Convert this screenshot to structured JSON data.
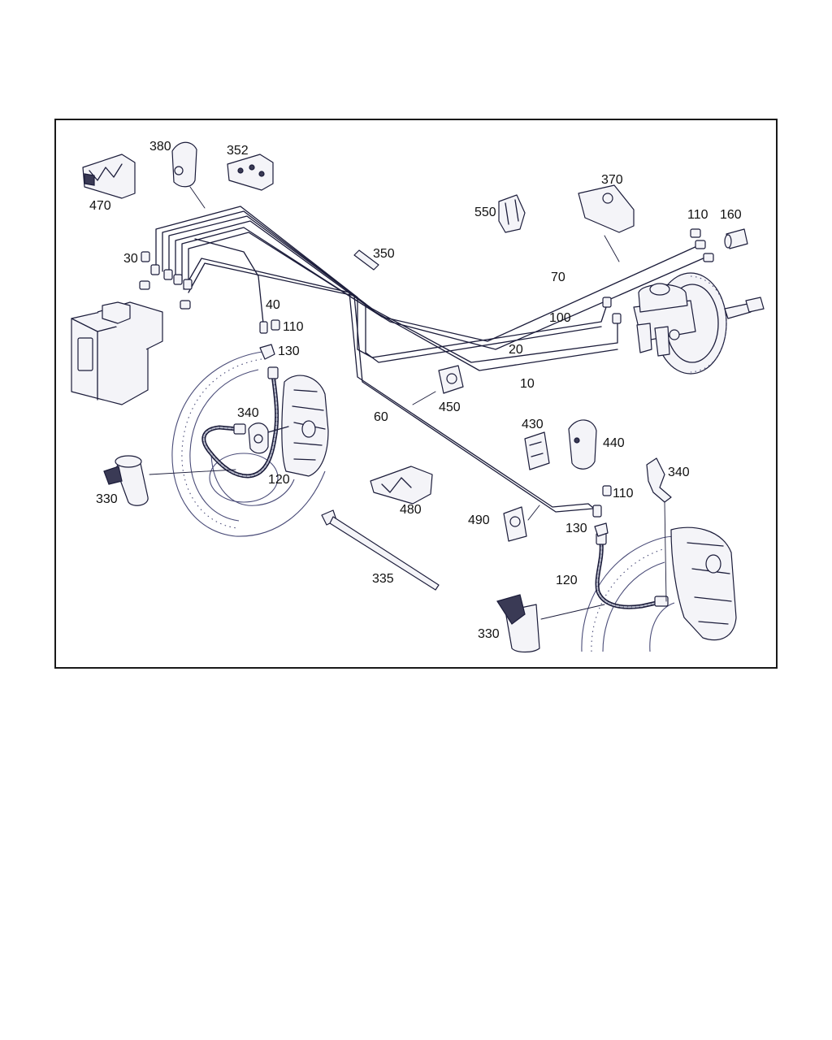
{
  "labels": {
    "p10": "10",
    "p20": "20",
    "p30": "30",
    "p40": "40",
    "p60": "60",
    "p70": "70",
    "p100": "100",
    "p110_a": "110",
    "p110_b": "110",
    "p110_c": "110",
    "p120_a": "120",
    "p120_b": "120",
    "p130_a": "130",
    "p130_b": "130",
    "p160": "160",
    "p330_a": "330",
    "p330_b": "330",
    "p335": "335",
    "p340_a": "340",
    "p340_b": "340",
    "p350": "350",
    "p352": "352",
    "p370": "370",
    "p380": "380",
    "p430": "430",
    "p440": "440",
    "p450": "450",
    "p470": "470",
    "p480": "480",
    "p490": "490",
    "p550": "550"
  }
}
